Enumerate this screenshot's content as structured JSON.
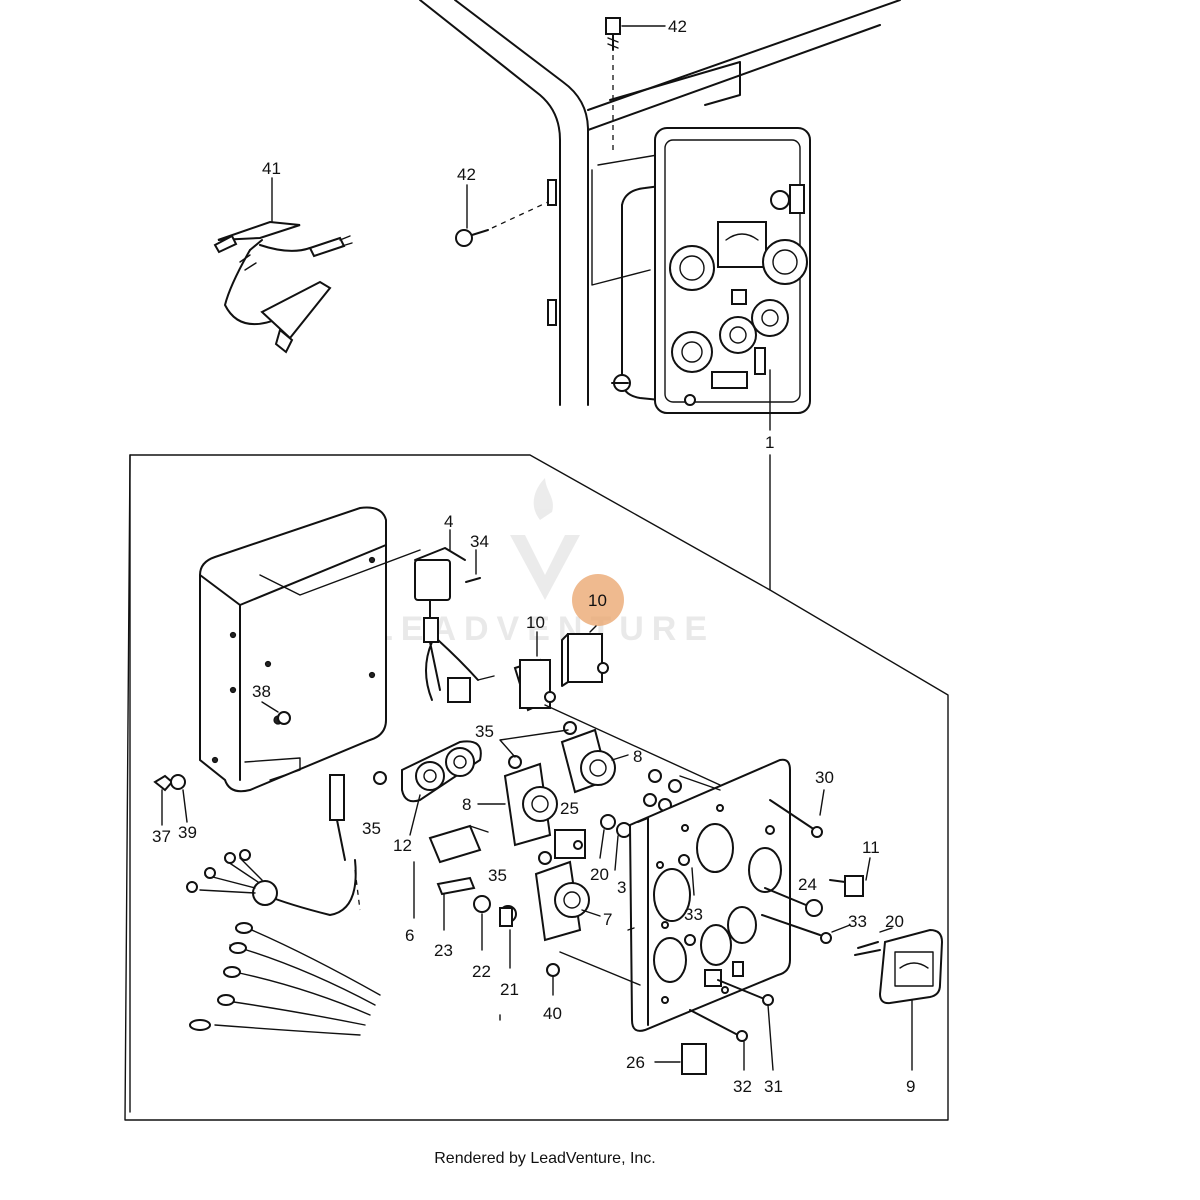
{
  "diagram": {
    "callouts": [
      {
        "id": "c42a",
        "text": "42"
      },
      {
        "id": "c42b",
        "text": "42"
      },
      {
        "id": "c41",
        "text": "41"
      },
      {
        "id": "c1",
        "text": "1"
      },
      {
        "id": "c4",
        "text": "4"
      },
      {
        "id": "c34",
        "text": "34"
      },
      {
        "id": "c10a",
        "text": "10"
      },
      {
        "id": "c38",
        "text": "38"
      },
      {
        "id": "c35a",
        "text": "35"
      },
      {
        "id": "c8a",
        "text": "8"
      },
      {
        "id": "c8b",
        "text": "8"
      },
      {
        "id": "c25",
        "text": "25"
      },
      {
        "id": "c30",
        "text": "30"
      },
      {
        "id": "c37",
        "text": "37"
      },
      {
        "id": "c39",
        "text": "39"
      },
      {
        "id": "c35b",
        "text": "35"
      },
      {
        "id": "c12",
        "text": "12"
      },
      {
        "id": "c11",
        "text": "11"
      },
      {
        "id": "c20a",
        "text": "20"
      },
      {
        "id": "c3",
        "text": "3"
      },
      {
        "id": "c35c",
        "text": "35"
      },
      {
        "id": "c24",
        "text": "24"
      },
      {
        "id": "c7",
        "text": "7"
      },
      {
        "id": "c33a",
        "text": "33"
      },
      {
        "id": "c33b",
        "text": "33"
      },
      {
        "id": "c20b",
        "text": "20"
      },
      {
        "id": "c6",
        "text": "6"
      },
      {
        "id": "c23",
        "text": "23"
      },
      {
        "id": "c22",
        "text": "22"
      },
      {
        "id": "c21",
        "text": "21"
      },
      {
        "id": "c40",
        "text": "40"
      },
      {
        "id": "c9",
        "text": "9"
      },
      {
        "id": "c26",
        "text": "26"
      },
      {
        "id": "c32",
        "text": "32"
      },
      {
        "id": "c31",
        "text": "31"
      }
    ],
    "highlight": {
      "text": "10",
      "color": "#e9a36a"
    },
    "watermark": "LEADVENTURE",
    "footer": "Rendered by LeadVenture, Inc."
  }
}
